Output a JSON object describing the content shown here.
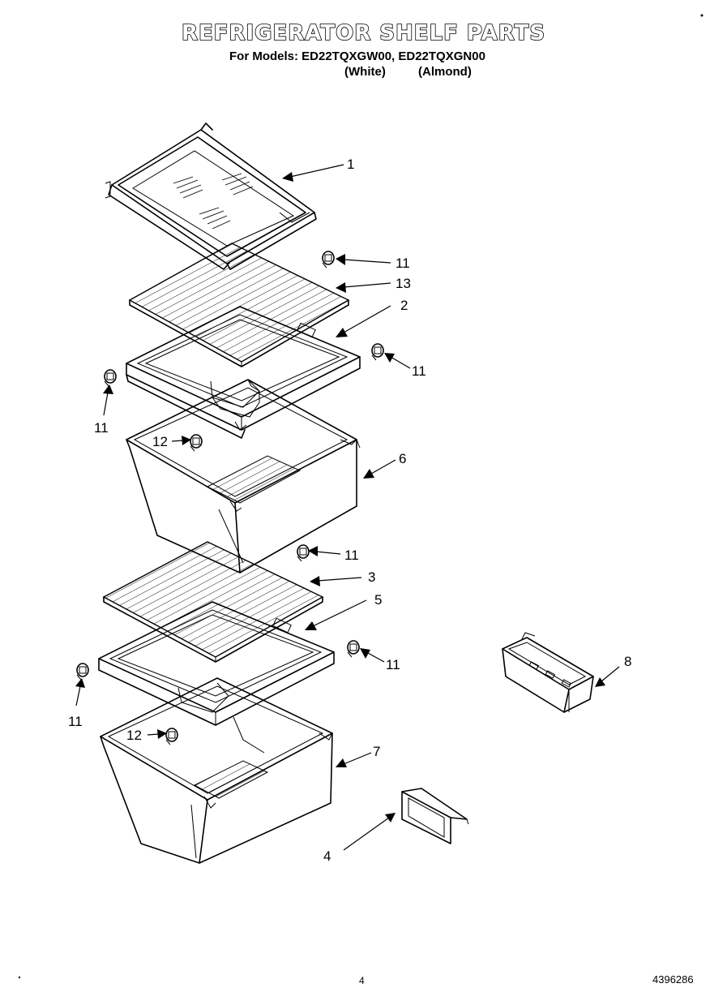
{
  "header": {
    "title": "REFRIGERATOR SHELF PARTS",
    "subtitle": "For Models: ED22TQXGW00, ED22TQXGN00",
    "variant_white": "(White)",
    "variant_almond": "(Almond)"
  },
  "footer": {
    "page_number": "4",
    "document_number": "4396286"
  },
  "callouts": {
    "c1": "1",
    "c11a": "11",
    "c13": "13",
    "c2": "2",
    "c11b": "11",
    "c11c": "11",
    "c12a": "12",
    "c6": "6",
    "c11d": "11",
    "c3": "3",
    "c5": "5",
    "c11e": "11",
    "c11f": "11",
    "c8": "8",
    "c12b": "12",
    "c7": "7",
    "c4": "4"
  }
}
